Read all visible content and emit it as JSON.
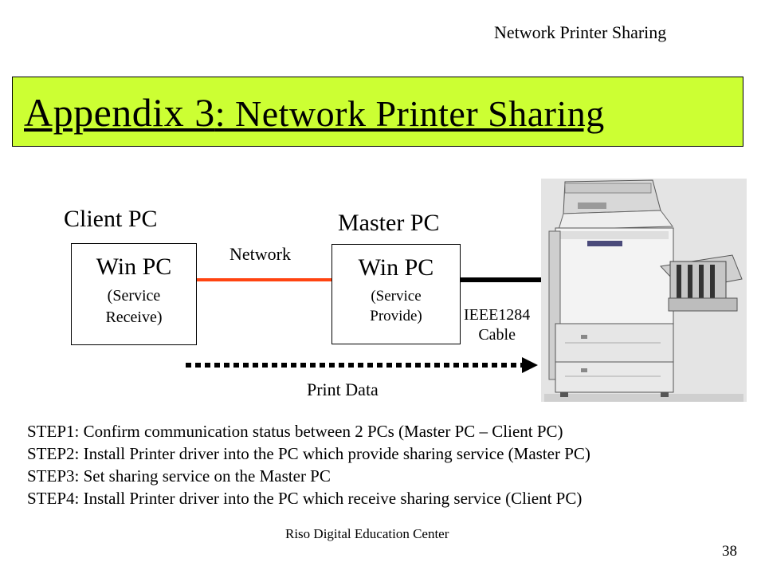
{
  "header": {
    "note": "Network Printer Sharing"
  },
  "title": {
    "main": "Appendix 3",
    "rest": ": Network Printer Sharing"
  },
  "diagram": {
    "client_label": "Client  PC",
    "master_label": "Master PC",
    "client_box": {
      "title": "Win PC",
      "line1": "(Service",
      "line2": "Receive)"
    },
    "master_box": {
      "title": "Win PC",
      "line1": "(Service",
      "line2": "Provide)"
    },
    "network_label": "Network",
    "ieee_line1": "IEEE1284",
    "ieee_line2": "Cable",
    "print_data_label": "Print Data",
    "colors": {
      "title_band": "#ccff33",
      "network_line": "#ff4411",
      "cable_line": "#000000"
    }
  },
  "steps": [
    "STEP1: Confirm communication status between 2 PCs (Master PC – Client PC)",
    "STEP2: Install Printer driver into the PC which provide sharing service (Master PC)",
    "STEP3: Set sharing service on the Master PC",
    "STEP4: Install Printer driver into the PC which receive sharing service (Client PC)"
  ],
  "footer": {
    "center": "Riso Digital Education Center",
    "page": "38"
  }
}
